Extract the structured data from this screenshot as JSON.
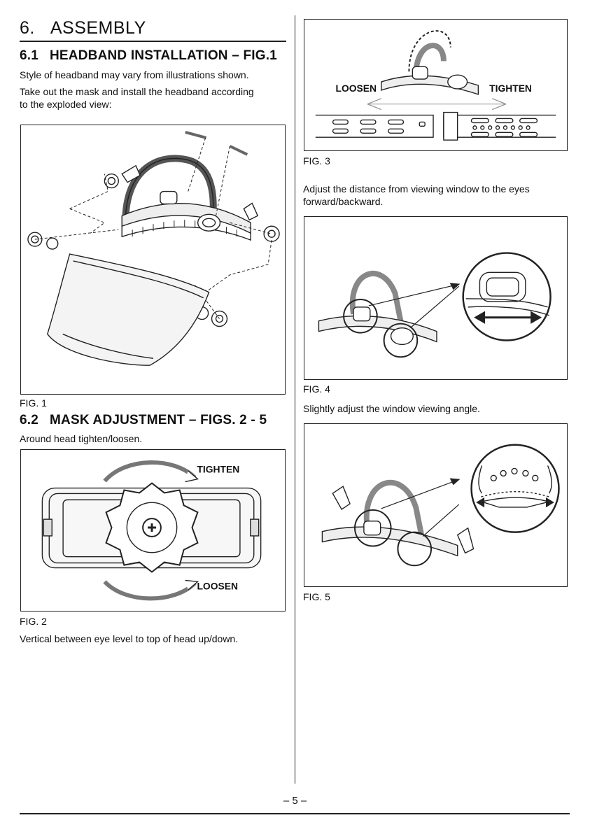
{
  "section": {
    "number": "6.",
    "title": "ASSEMBLY"
  },
  "sub1": {
    "number": "6.1",
    "title": "HEADBAND INSTALLATION – FIG.1",
    "para1": "Style of headband may vary from illustrations shown.",
    "para2_line1": "Take out the mask and install the headband according",
    "para2_line2": "to the exploded view:",
    "fig_caption": "FIG. 1"
  },
  "sub2": {
    "number": "6.2",
    "title": "MASK ADJUSTMENT – FIGS. 2 - 5",
    "para1": "Around head tighten/loosen.",
    "fig2_caption": "FIG. 2",
    "fig2_tighten": "TIGHTEN",
    "fig2_loosen": "LOOSEN",
    "para2": "Vertical between eye level to top of head up/down."
  },
  "right": {
    "fig3_loosen": "LOOSEN",
    "fig3_tighten": "TIGHTEN",
    "fig3_caption": "FIG. 3",
    "para3_line1": "Adjust the distance from viewing window to the eyes",
    "para3_line2": "forward/backward.",
    "fig4_caption": "FIG. 4",
    "para4": "Slightly adjust the window viewing angle.",
    "fig5_caption": "FIG. 5"
  },
  "footer": {
    "page_number": "– 5 –"
  }
}
